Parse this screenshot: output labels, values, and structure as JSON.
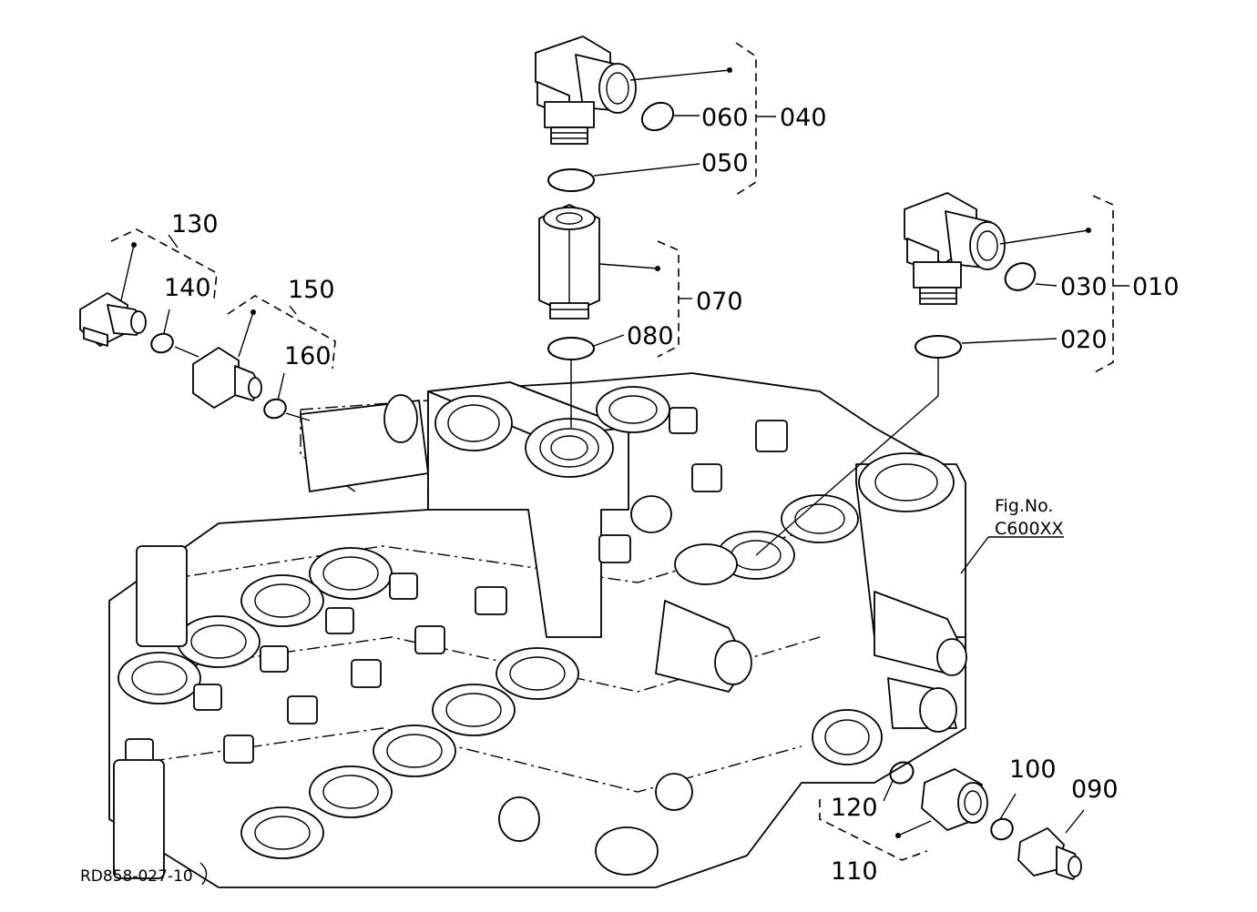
{
  "part_labels": {
    "p010": "010",
    "p020": "020",
    "p030": "030",
    "p040": "040",
    "p050": "050",
    "p060": "060",
    "p070": "070",
    "p080": "080",
    "p090": "090",
    "p100": "100",
    "p110": "110",
    "p120": "120",
    "p130": "130",
    "p140": "140",
    "p150": "150",
    "p160": "160"
  },
  "fig_ref": {
    "line1": "Fig.No.",
    "line2": "C600XX"
  },
  "drawing_number": "RD858-027-10"
}
